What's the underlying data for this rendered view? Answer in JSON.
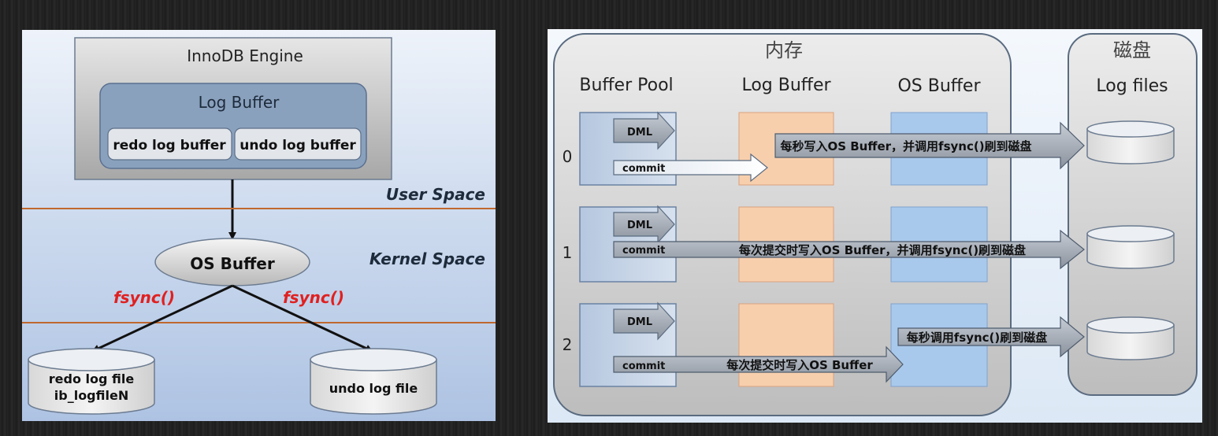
{
  "left_diagram": {
    "engine_title": "InnoDB Engine",
    "log_buffer_title": "Log Buffer",
    "redo_buffer": "redo log buffer",
    "undo_buffer": "undo log buffer",
    "user_space": "User Space",
    "kernel_space": "Kernel Space",
    "os_buffer": "OS Buffer",
    "fsync_left": "fsync()",
    "fsync_right": "fsync()",
    "redo_file_line1": "redo log file",
    "redo_file_line2": "ib_logfileN",
    "undo_file": "undo log file"
  },
  "right_diagram": {
    "memory_title": "内存",
    "disk_title": "磁盘",
    "col_buffer_pool": "Buffer Pool",
    "col_log_buffer": "Log Buffer",
    "col_os_buffer": "OS Buffer",
    "col_log_files": "Log files",
    "rows": [
      {
        "index": "0",
        "dml": "DML",
        "commit": "commit",
        "arrow1": "",
        "arrow2": "每秒写入OS Buffer，并调用fsync()刷到磁盘"
      },
      {
        "index": "1",
        "dml": "DML",
        "commit": "commit",
        "arrow1": "每次提交时写入OS Buffer，并调用fsync()刷到磁盘",
        "arrow2": ""
      },
      {
        "index": "2",
        "dml": "DML",
        "commit": "commit",
        "arrow1": "每次提交时写入OS Buffer",
        "arrow2": "每秒调用fsync()刷到磁盘"
      }
    ]
  }
}
